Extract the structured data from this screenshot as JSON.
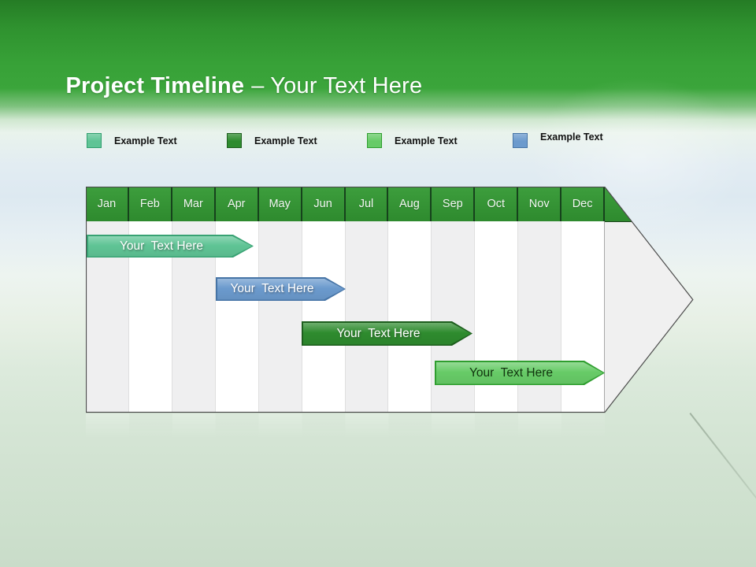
{
  "slide": {
    "title_bold": "Project Timeline",
    "title_rest": "– Your Text Here"
  },
  "legend": {
    "items": [
      {
        "label": "Example Text",
        "fill": "#5fc495",
        "border": "#2f9e6e"
      },
      {
        "label": "Example Text",
        "fill": "#2e8b2e",
        "border": "#1d5e1d"
      },
      {
        "label": "Example Text",
        "fill": "#67cb67",
        "border": "#2f9e2f"
      },
      {
        "label": "Example Text",
        "fill": "#6b9acd",
        "border": "#4674a6"
      }
    ]
  },
  "timeline": {
    "header_fill": "#2f8f2f",
    "months": [
      "Jan",
      "Feb",
      "Mar",
      "Apr",
      "May",
      "Jun",
      "Jul",
      "Aug",
      "Sep",
      "Oct",
      "Nov",
      "Dec"
    ],
    "bars": [
      {
        "label": "Your  Text Here",
        "fill": "#5fc495",
        "border": "#38a273",
        "text_color": "#ffffff",
        "start_month": "Jan",
        "end_month": "Apr"
      },
      {
        "label": "Your  Text Here",
        "fill": "#6b9acd",
        "border": "#4674a6",
        "text_color": "#ffffff",
        "start_month": "Apr",
        "end_month": "Jun"
      },
      {
        "label": "Your  Text Here",
        "fill": "#2e8b2e",
        "border": "#1d5e1d",
        "text_color": "#ffffff",
        "start_month": "Jun",
        "end_month": "Oct"
      },
      {
        "label": "Your  Text Here",
        "fill": "#67cb67",
        "border": "#2f9e2f",
        "text_color": "#12340f",
        "start_month": "Sep",
        "end_month": "Dec"
      }
    ]
  }
}
